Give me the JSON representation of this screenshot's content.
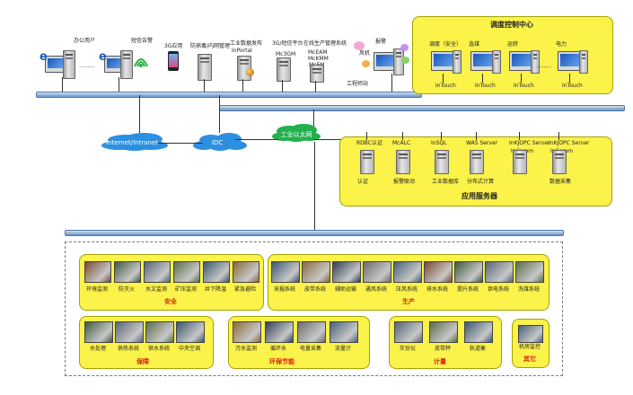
{
  "top": {
    "office_user": "办公用户",
    "dots": ".........",
    "sms_alert": "短信告警",
    "mobile_3g": "3G应用",
    "antivirus": "防病毒/内网管理",
    "web_publish_line1": "工业数据发布",
    "web_publish_line2": "InPortal",
    "sms_platform_line1": "3G/短信平台",
    "sms_platform_line2": "Mc3GM",
    "online_mgmt_line1": "在线生产管理系统",
    "online_mgmt_line2": "McEAM",
    "online_mgmt_line3": "McKMM",
    "online_mgmt_line4": "McEM",
    "station_alarm": "报警",
    "station_wind": "风机",
    "station_label": "工程师站"
  },
  "control_center": {
    "title": "调度控制中心",
    "items": [
      {
        "label": "调度（安全）",
        "sub": "InTouch"
      },
      {
        "label": "选煤",
        "sub": "InTouch"
      },
      {
        "label": "运转",
        "sub": "InTouch"
      },
      {
        "label": "电力",
        "sub": "InTouch"
      }
    ],
    "dots": "........"
  },
  "network": {
    "internet": "Internet/Intranet",
    "idc": "IDC",
    "ethernet": "工业以太网"
  },
  "app_servers": {
    "title": "应用服务器",
    "items": [
      {
        "top": "RDBC认证",
        "bottom": "认证"
      },
      {
        "top": "McALC",
        "bottom": "报警联动"
      },
      {
        "top": "InSQL",
        "bottom": "工业数据库"
      },
      {
        "top": "WAS Server",
        "bottom": "分布式计算"
      },
      {
        "top": "InKJOPC Server",
        "mid": "InComm",
        "bottom": ""
      },
      {
        "top": "InKJOPC Server",
        "mid": "InComm",
        "bottom": "数据采集"
      }
    ]
  },
  "safety": {
    "title": "安全",
    "items": [
      "环境监测",
      "防灭火",
      "水文监测",
      "矿压监测",
      "井下降温",
      "紧急避险"
    ]
  },
  "production": {
    "title": "生产",
    "items": [
      "采掘系统",
      "皮带系统",
      "辅助运输",
      "通风系统",
      "压风系统",
      "排水系统",
      "提升系统",
      "供电系统",
      "洗煤系统"
    ]
  },
  "support": {
    "title": "保障",
    "items": [
      "水处理",
      "供热系统",
      "供水系统",
      "中央空调"
    ]
  },
  "environment": {
    "title": "环保节能",
    "items": [
      "污水监测",
      "循环水",
      "电量采集",
      "流量计"
    ]
  },
  "metering": {
    "title": "计量",
    "items": [
      "灰份仪",
      "皮带秤",
      "轨道衡"
    ]
  },
  "other": {
    "title": "其它",
    "items": [
      "机房监控"
    ]
  }
}
